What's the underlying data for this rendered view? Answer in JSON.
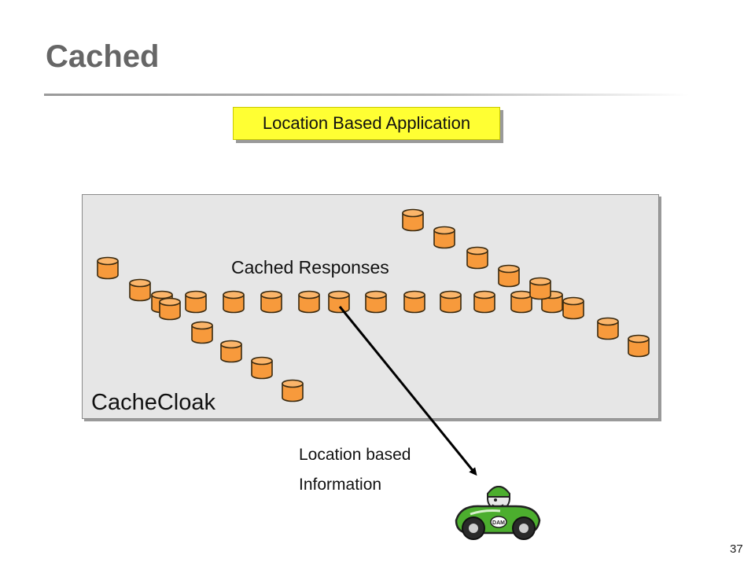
{
  "slide": {
    "title": "Cached",
    "page_number": "37"
  },
  "diagram": {
    "application_box": "Location Based Application",
    "panel_label": "CacheCloak",
    "cached_label": "Cached Responses",
    "info_label_line1": "Location based",
    "info_label_line2": "Information",
    "car_badge": "DAM"
  },
  "colors": {
    "title": "#666666",
    "application_box_fill": "#ffff33",
    "panel_fill": "#e6e6e6",
    "cache_cylinder": "#f79a3c",
    "car_body": "#4cae2e"
  },
  "icons": {
    "cache_item": "cylinder-icon",
    "vehicle": "car-driver-icon"
  }
}
